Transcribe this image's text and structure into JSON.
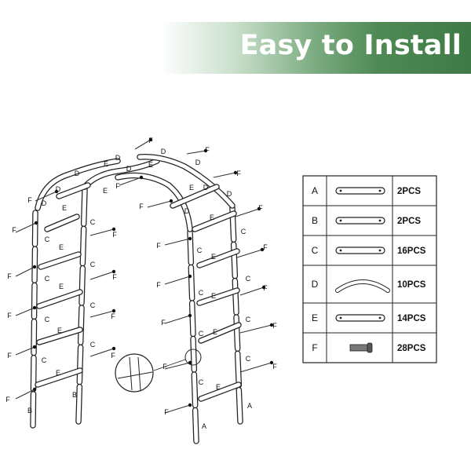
{
  "header": {
    "title": "Easy to Install"
  },
  "diagram_labels": {
    "a": "A",
    "b": "B",
    "c": "C",
    "d": "D",
    "e": "E",
    "f": "F"
  },
  "parts": [
    {
      "letter": "A",
      "qty": "2PCS",
      "icon": "straight-tube-icon"
    },
    {
      "letter": "B",
      "qty": "2PCS",
      "icon": "straight-tube-icon"
    },
    {
      "letter": "C",
      "qty": "16PCS",
      "icon": "straight-tube-icon"
    },
    {
      "letter": "D",
      "qty": "10PCS",
      "icon": "curved-tube-icon"
    },
    {
      "letter": "E",
      "qty": "14PCS",
      "icon": "straight-tube-icon"
    },
    {
      "letter": "F",
      "qty": "28PCS",
      "icon": "screw-icon"
    }
  ]
}
